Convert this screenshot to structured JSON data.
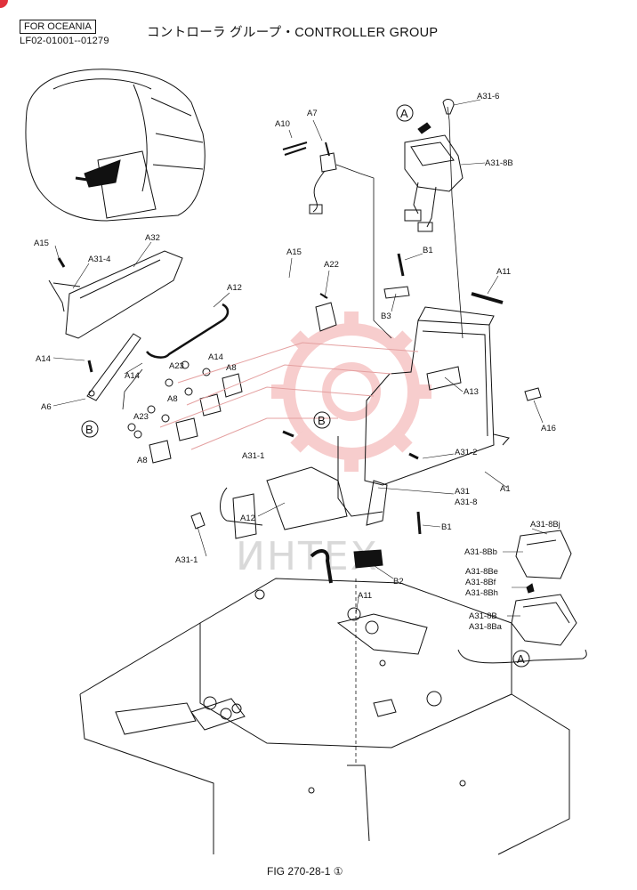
{
  "header": {
    "region": "FOR OCEANIA",
    "serial_range": "LF02-01001--01279",
    "title": "コントローラ グループ・CONTROLLER GROUP"
  },
  "caption": "FIG 270-28-1 ①",
  "watermark": "ИНТЕХ",
  "colors": {
    "line": "#111111",
    "watermark_red": "#f4b8b8",
    "badge": "#e0323c"
  },
  "callouts": {
    "A31_6": "A31-6",
    "A31_8B_top": "A31-8B",
    "A10": "A10",
    "A7": "A7",
    "A15_left": "A15",
    "A31_4": "A31-4",
    "A32": "A32",
    "A15_mid": "A15",
    "A22": "A22",
    "B1_top": "B1",
    "A11_right": "A11",
    "A12_top": "A12",
    "B3": "B3",
    "A14_left": "A14",
    "A6": "A6",
    "A14_a": "A14",
    "A23_a": "A23",
    "A14_b": "A14",
    "A8_a": "A8",
    "A8_b": "A8",
    "A23_b": "A23",
    "A13": "A13",
    "A16": "A16",
    "A8_c": "A8",
    "A31_1_top": "A31-1",
    "A31_2": "A31-2",
    "A1": "A1",
    "A31": "A31",
    "A31_8": "A31-8",
    "A12_bottom": "A12",
    "A31_1_bottom": "A31-1",
    "B1_bottom": "B1",
    "B2": "B2",
    "A11_bottom": "A11",
    "A31_8Bj": "A31-8Bj",
    "A31_8Bb": "A31-8Bb",
    "A31_8Be": "A31-8Be",
    "A31_8Bf": "A31-8Bf",
    "A31_8Bh": "A31-8Bh",
    "A31_8B_detail": "A31-8B",
    "A31_8Ba": "A31-8Ba"
  },
  "view_markers": {
    "A_top": "A",
    "A_detail": "A",
    "B_left": "B",
    "B_mid": "B"
  }
}
